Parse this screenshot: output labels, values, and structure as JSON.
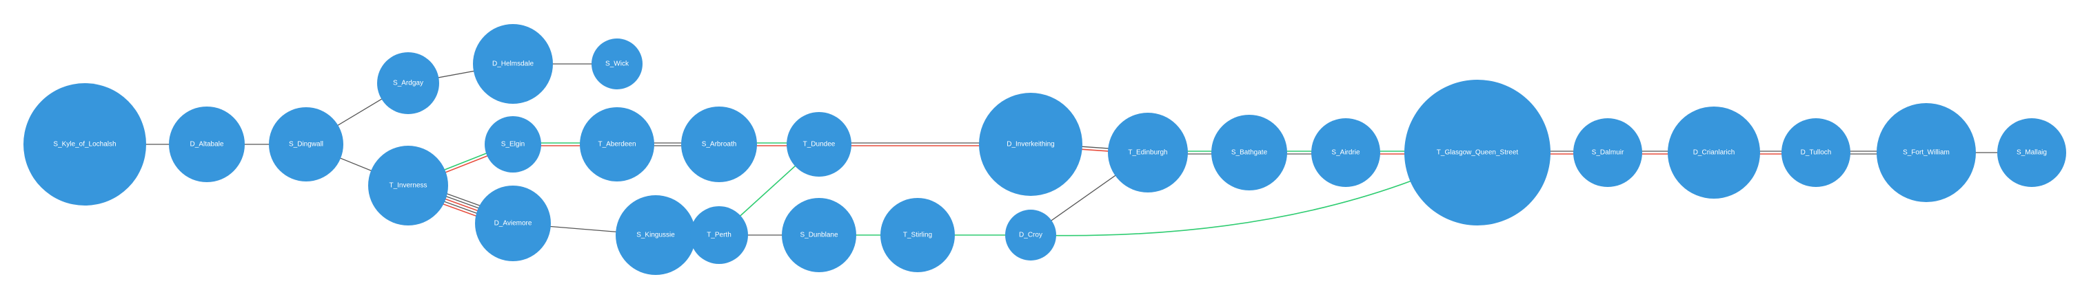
{
  "colors": {
    "node": "#3796dc",
    "label": "#ffffff",
    "edge_gray": "#555555",
    "edge_green": "#2ecc71",
    "edge_red": "#e74c3c"
  },
  "nodes": [
    {
      "id": "S_Kyle_of_Lochalsh"
    },
    {
      "id": "D_Altabale"
    },
    {
      "id": "S_Dingwall"
    },
    {
      "id": "S_Ardgay"
    },
    {
      "id": "D_Helmsdale"
    },
    {
      "id": "S_Wick"
    },
    {
      "id": "T_Inverness"
    },
    {
      "id": "S_Elgin"
    },
    {
      "id": "D_Aviemore"
    },
    {
      "id": "T_Aberdeen"
    },
    {
      "id": "S_Arbroath"
    },
    {
      "id": "T_Dundee"
    },
    {
      "id": "S_Kingussie"
    },
    {
      "id": "T_Perth"
    },
    {
      "id": "S_Dunblane"
    },
    {
      "id": "T_Stirling"
    },
    {
      "id": "D_Inverkeithing"
    },
    {
      "id": "D_Croy"
    },
    {
      "id": "T_Edinburgh"
    },
    {
      "id": "S_Bathgate"
    },
    {
      "id": "S_Airdrie"
    },
    {
      "id": "T_Glasgow_Queen_Street"
    },
    {
      "id": "S_Dalmuir"
    },
    {
      "id": "D_Crianlarich"
    },
    {
      "id": "D_Tulloch"
    },
    {
      "id": "S_Fort_William"
    },
    {
      "id": "S_Mallaig"
    }
  ],
  "edges": [
    {
      "from": "S_Kyle_of_Lochalsh",
      "to": "D_Altabale",
      "color": "gray"
    },
    {
      "from": "D_Altabale",
      "to": "S_Dingwall",
      "color": "gray"
    },
    {
      "from": "S_Dingwall",
      "to": "S_Ardgay",
      "color": "gray"
    },
    {
      "from": "S_Ardgay",
      "to": "D_Helmsdale",
      "color": "gray"
    },
    {
      "from": "D_Helmsdale",
      "to": "S_Wick",
      "color": "gray"
    },
    {
      "from": "S_Dingwall",
      "to": "T_Inverness",
      "color": "gray"
    },
    {
      "from": "T_Inverness",
      "to": "S_Elgin",
      "color": "green"
    },
    {
      "from": "T_Inverness",
      "to": "S_Elgin",
      "color": "red"
    },
    {
      "from": "T_Inverness",
      "to": "D_Aviemore",
      "color": "gray"
    },
    {
      "from": "T_Inverness",
      "to": "D_Aviemore",
      "color": "gray"
    },
    {
      "from": "T_Inverness",
      "to": "D_Aviemore",
      "color": "red"
    },
    {
      "from": "T_Inverness",
      "to": "D_Aviemore",
      "color": "gray"
    },
    {
      "from": "T_Inverness",
      "to": "D_Aviemore",
      "color": "red"
    },
    {
      "from": "S_Elgin",
      "to": "T_Aberdeen",
      "color": "green"
    },
    {
      "from": "S_Elgin",
      "to": "T_Aberdeen",
      "color": "red"
    },
    {
      "from": "T_Aberdeen",
      "to": "S_Arbroath",
      "color": "gray"
    },
    {
      "from": "T_Aberdeen",
      "to": "S_Arbroath",
      "color": "gray"
    },
    {
      "from": "S_Arbroath",
      "to": "T_Dundee",
      "color": "green"
    },
    {
      "from": "S_Arbroath",
      "to": "T_Dundee",
      "color": "red"
    },
    {
      "from": "T_Dundee",
      "to": "D_Inverkeithing",
      "color": "gray"
    },
    {
      "from": "T_Dundee",
      "to": "D_Inverkeithing",
      "color": "red"
    },
    {
      "from": "T_Dundee",
      "to": "T_Perth",
      "color": "green"
    },
    {
      "from": "D_Aviemore",
      "to": "S_Kingussie",
      "color": "gray"
    },
    {
      "from": "S_Kingussie",
      "to": "T_Perth",
      "color": "gray"
    },
    {
      "from": "T_Perth",
      "to": "S_Dunblane",
      "color": "gray"
    },
    {
      "from": "S_Dunblane",
      "to": "T_Stirling",
      "color": "green"
    },
    {
      "from": "T_Stirling",
      "to": "D_Croy",
      "color": "green"
    },
    {
      "from": "D_Croy",
      "to": "T_Edinburgh",
      "color": "gray"
    },
    {
      "from": "D_Croy",
      "to": "T_Glasgow_Queen_Street",
      "color": "green",
      "curve": 1
    },
    {
      "from": "D_Inverkeithing",
      "to": "T_Edinburgh",
      "color": "gray"
    },
    {
      "from": "D_Inverkeithing",
      "to": "T_Edinburgh",
      "color": "red"
    },
    {
      "from": "T_Edinburgh",
      "to": "S_Bathgate",
      "color": "green"
    },
    {
      "from": "T_Edinburgh",
      "to": "S_Bathgate",
      "color": "gray"
    },
    {
      "from": "S_Bathgate",
      "to": "S_Airdrie",
      "color": "green"
    },
    {
      "from": "S_Bathgate",
      "to": "S_Airdrie",
      "color": "gray"
    },
    {
      "from": "S_Airdrie",
      "to": "T_Glasgow_Queen_Street",
      "color": "green"
    },
    {
      "from": "S_Airdrie",
      "to": "T_Glasgow_Queen_Street",
      "color": "red"
    },
    {
      "from": "T_Glasgow_Queen_Street",
      "to": "S_Dalmuir",
      "color": "gray"
    },
    {
      "from": "T_Glasgow_Queen_Street",
      "to": "S_Dalmuir",
      "color": "red"
    },
    {
      "from": "S_Dalmuir",
      "to": "D_Crianlarich",
      "color": "gray"
    },
    {
      "from": "S_Dalmuir",
      "to": "D_Crianlarich",
      "color": "red"
    },
    {
      "from": "D_Crianlarich",
      "to": "D_Tulloch",
      "color": "gray"
    },
    {
      "from": "D_Crianlarich",
      "to": "D_Tulloch",
      "color": "red"
    },
    {
      "from": "D_Tulloch",
      "to": "S_Fort_William",
      "color": "gray"
    },
    {
      "from": "D_Tulloch",
      "to": "S_Fort_William",
      "color": "gray"
    },
    {
      "from": "S_Fort_William",
      "to": "S_Mallaig",
      "color": "gray"
    }
  ]
}
